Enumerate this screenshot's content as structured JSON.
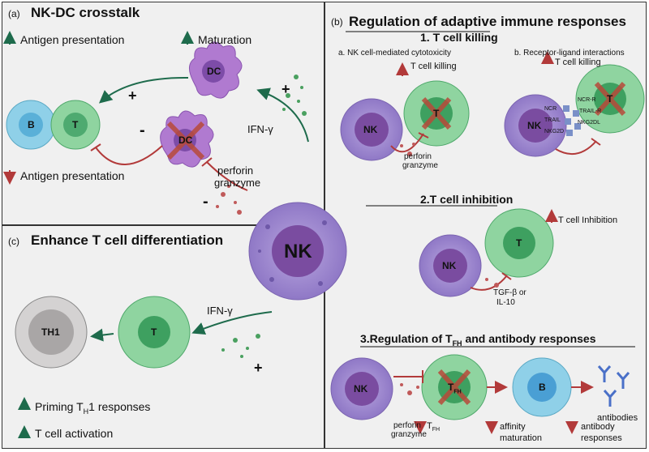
{
  "panel_a": {
    "tag": "(a)",
    "title": "NK-DC crosstalk",
    "antigen_up": "Antigen presentation",
    "maturation": "Maturation",
    "antigen_down": "Antigen presentation",
    "ifn": "IFN-γ",
    "perforin": "perforin",
    "granzyme": "granzyme",
    "plus1": "+",
    "plus2": "+",
    "minus1": "-",
    "minus2": "-",
    "cells": {
      "b": "B",
      "t": "T",
      "dc": "DC",
      "dc_dead": "DC"
    }
  },
  "panel_b": {
    "tag": "(b)",
    "title": "Regulation of adaptive immune responses",
    "section1": "1. T cell killing",
    "sub_a": "a. NK cell-mediated cytotoxicity",
    "sub_b": "b. Receptor-ligand interactions",
    "t_killing_a": "T cell killing",
    "t_killing_b": "T cell killing",
    "perforin": "perforin",
    "granzyme": "granzyme",
    "ncr": "NCR",
    "trail": "TRAIL",
    "nkg2d": "NKG2D",
    "ncr_r": "NCR-R",
    "trail_r": "TRAIL-R",
    "nkg2dl": "NKG2DL",
    "section2": "2.T cell inhibition",
    "t_inhibition": "T cell Inhibition",
    "tgf": "TGF-β or",
    "il10": "IL-10",
    "section3_pre": "3.Regulation of T",
    "section3_sub": "FH",
    "section3_post": " and antibody responses",
    "perforin3": "perforin",
    "granzyme3": "granzyme",
    "tfh_main": "T",
    "tfh_sub": "FH",
    "affinity1": "affinity",
    "affinity2": "maturation",
    "antibodies": "antibodies",
    "antibody1": "antibody",
    "antibody2": "responses",
    "cells": {
      "nk": "NK",
      "t": "T",
      "b": "B"
    }
  },
  "panel_c": {
    "tag": "(c)",
    "title": "Enhance T cell differentiation",
    "ifn": "IFN-γ",
    "plus": "+",
    "priming_pre": "Priming T",
    "priming_sub": "H",
    "priming_post": "1 responses",
    "activation": "T cell activation",
    "cells": {
      "th1": "TH1",
      "t": "T"
    }
  },
  "center": {
    "nk": "NK"
  },
  "colors": {
    "up_arrow": "#1e6b4c",
    "down_arrow": "#b23a3a",
    "nk_cell": "#a48fd0",
    "t_cell": "#7cc98a",
    "b_cell": "#8fd0e8",
    "dc": "#b07ad0"
  }
}
